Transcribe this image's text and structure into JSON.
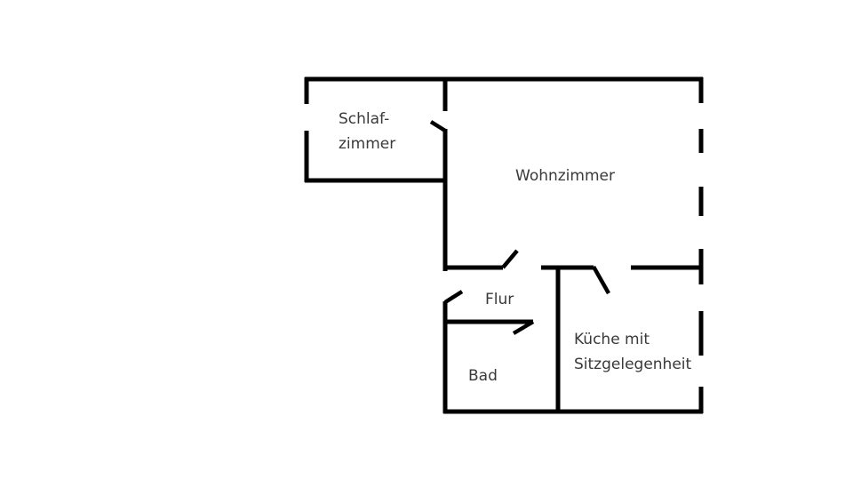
{
  "title": "Floor plan",
  "colors": {
    "wall": "#000000",
    "text": "#3a3a3a",
    "background": "#ffffff"
  },
  "rooms": {
    "schlafzimmer": {
      "line1": "Schlaf-",
      "line2": "zimmer"
    },
    "wohnzimmer": {
      "label": "Wohnzimmer"
    },
    "flur": {
      "label": "Flur"
    },
    "bad": {
      "label": "Bad"
    },
    "kueche": {
      "line1": "Küche mit",
      "line2": "Sitzgelegenheit"
    }
  }
}
